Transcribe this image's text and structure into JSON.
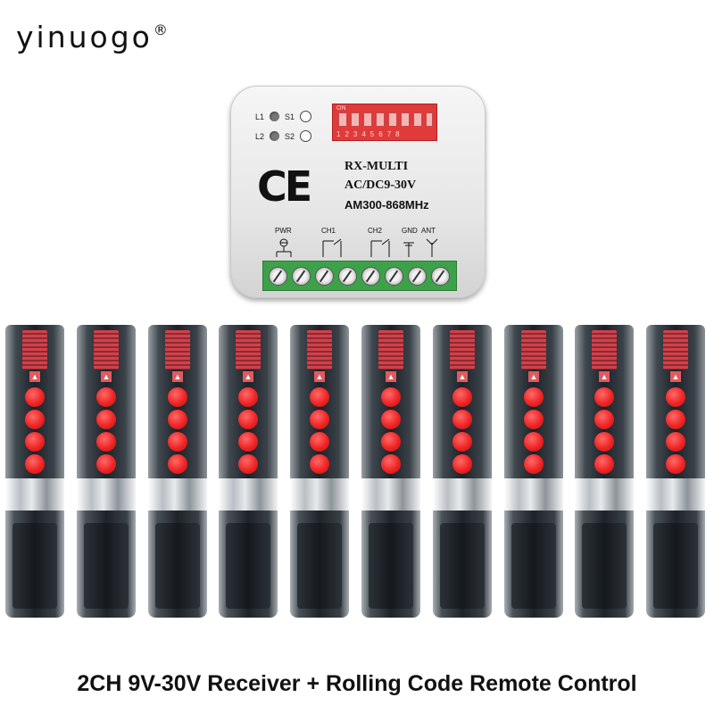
{
  "brand": {
    "name": "yinuogo",
    "mark": "®"
  },
  "receiver": {
    "leds": [
      {
        "label": "L1",
        "switch_label": "S1"
      },
      {
        "label": "L2",
        "switch_label": "S2"
      }
    ],
    "dip_switch": {
      "on_label": "ON",
      "numbers": "12345678"
    },
    "certification": "CE",
    "model": "RX-MULTI",
    "voltage": "AC/DC9-30V",
    "frequency": "AM300-868MHz",
    "terminals": [
      "PWR",
      "CH1",
      "CH2",
      "GND",
      "ANT"
    ]
  },
  "remotes": {
    "count": 10,
    "buttons_per_remote": 4
  },
  "caption": "2CH 9V-30V Receiver + Rolling Code Remote Control",
  "colors": {
    "button_red": "#ef2424",
    "terminal_green": "#3da14a",
    "dip_red": "#e03a3a"
  }
}
